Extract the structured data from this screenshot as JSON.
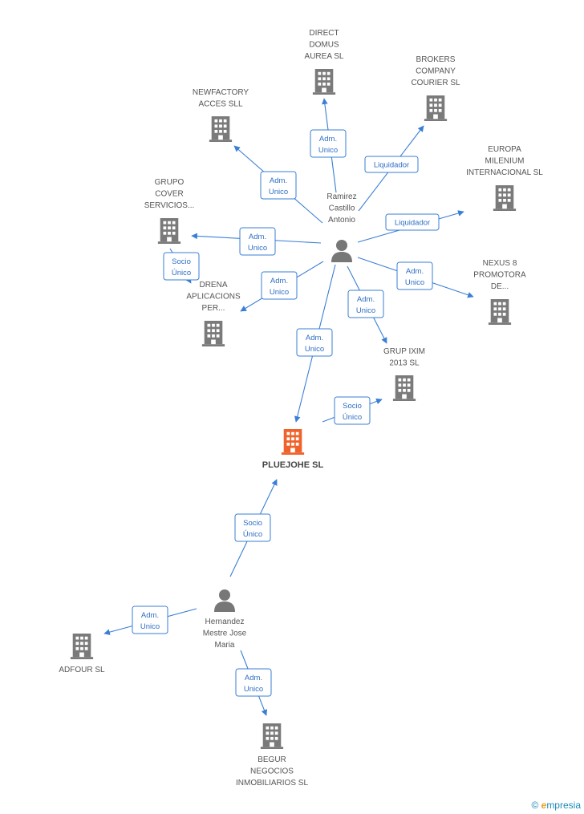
{
  "colors": {
    "edge": "#3a7fd5",
    "company": "#7a7a7a",
    "main_company": "#f0622b",
    "person": "#777777"
  },
  "nodes": [
    {
      "id": "ramirez",
      "kind": "person",
      "label": [
        "Ramirez",
        "Castillo",
        "Antonio"
      ]
    },
    {
      "id": "hernandez",
      "kind": "person",
      "label": [
        "Hernandez",
        "Mestre Jose",
        "Maria"
      ]
    },
    {
      "id": "pluejohe",
      "kind": "main_company",
      "label": [
        "PLUEJOHE SL"
      ]
    },
    {
      "id": "direct",
      "kind": "company",
      "label": [
        "DIRECT",
        "DOMUS",
        "AUREA SL"
      ]
    },
    {
      "id": "brokers",
      "kind": "company",
      "label": [
        "BROKERS",
        "COMPANY",
        "COURIER SL"
      ]
    },
    {
      "id": "newfactory",
      "kind": "company",
      "label": [
        "NEWFACTORY",
        "ACCES SLL"
      ]
    },
    {
      "id": "europa",
      "kind": "company",
      "label": [
        "EUROPA",
        "MILENIUM",
        "INTERNACIONAL SL"
      ]
    },
    {
      "id": "grupo",
      "kind": "company",
      "label": [
        "GRUPO",
        "COVER",
        "SERVICIOS..."
      ]
    },
    {
      "id": "nexus",
      "kind": "company",
      "label": [
        "NEXUS 8",
        "PROMOTORA",
        "DE..."
      ]
    },
    {
      "id": "drena",
      "kind": "company",
      "label": [
        "DRENA",
        "APLICACIONS",
        "PER..."
      ]
    },
    {
      "id": "grupixim",
      "kind": "company",
      "label": [
        "GRUP IXIM",
        "2013 SL"
      ]
    },
    {
      "id": "adfour",
      "kind": "company",
      "label": [
        "ADFOUR SL"
      ]
    },
    {
      "id": "begur",
      "kind": "company",
      "label": [
        "BEGUR",
        "NEGOCIOS",
        "INMOBILIARIOS SL"
      ]
    }
  ],
  "edges": [
    {
      "from": "ramirez",
      "to": "direct",
      "label": [
        "Adm.",
        "Unico"
      ]
    },
    {
      "from": "ramirez",
      "to": "brokers",
      "label": [
        "Liquidador"
      ]
    },
    {
      "from": "ramirez",
      "to": "newfactory",
      "label": [
        "Adm.",
        "Unico"
      ]
    },
    {
      "from": "ramirez",
      "to": "europa",
      "label": [
        "Liquidador"
      ]
    },
    {
      "from": "ramirez",
      "to": "grupo",
      "label": [
        "Adm.",
        "Unico"
      ]
    },
    {
      "from": "ramirez",
      "to": "nexus",
      "label": [
        "Adm.",
        "Unico"
      ]
    },
    {
      "from": "ramirez",
      "to": "drena",
      "label": [
        "Adm.",
        "Unico"
      ]
    },
    {
      "from": "ramirez",
      "to": "grupixim",
      "label": [
        "Adm.",
        "Unico"
      ]
    },
    {
      "from": "ramirez",
      "to": "pluejohe",
      "label": [
        "Adm.",
        "Unico"
      ]
    },
    {
      "from": "grupo",
      "to": "drena",
      "label": [
        "Socio",
        "Único"
      ]
    },
    {
      "from": "pluejohe",
      "to": "grupixim",
      "label": [
        "Socio",
        "Único"
      ]
    },
    {
      "from": "hernandez",
      "to": "pluejohe",
      "label": [
        "Socio",
        "Único"
      ]
    },
    {
      "from": "hernandez",
      "to": "adfour",
      "label": [
        "Adm.",
        "Unico"
      ]
    },
    {
      "from": "hernandez",
      "to": "begur",
      "label": [
        "Adm.",
        "Unico"
      ]
    }
  ],
  "watermark": {
    "symbol": "©",
    "brand_initial": "e",
    "brand_rest": "mpresia"
  }
}
